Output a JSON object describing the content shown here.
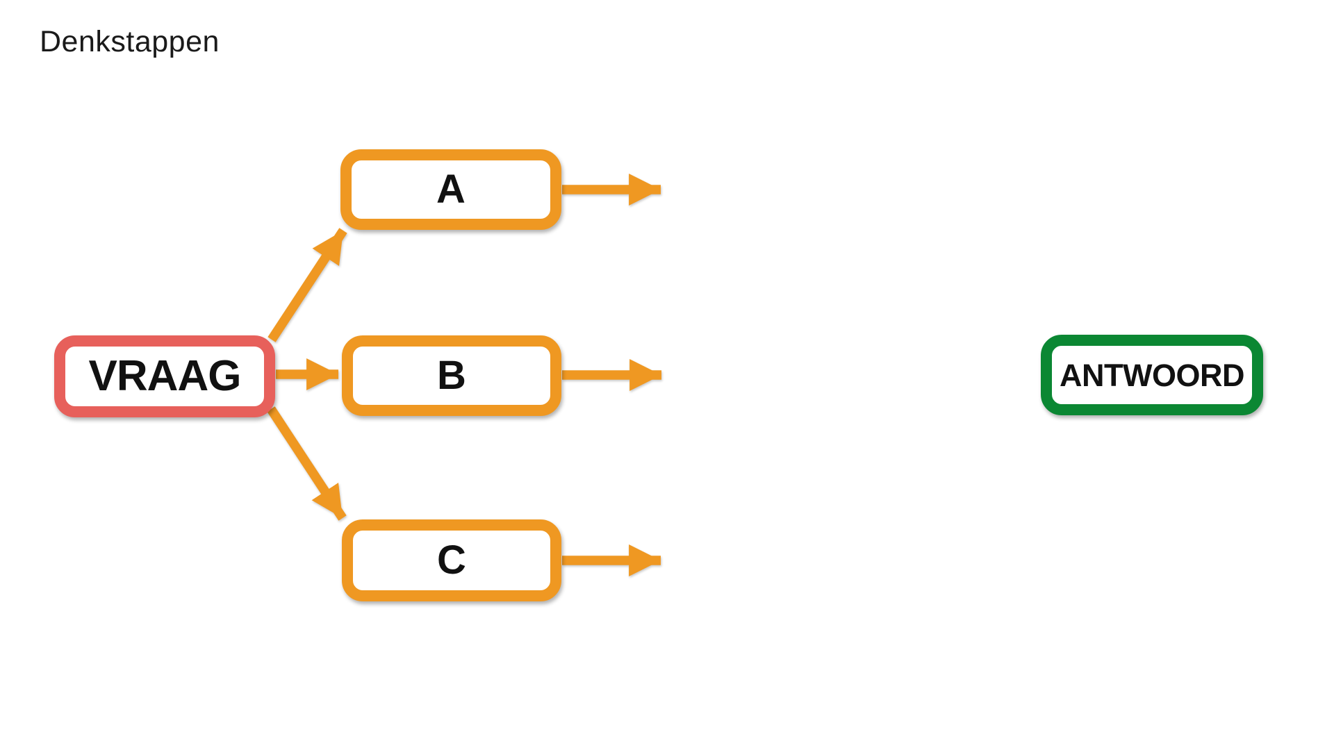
{
  "title": "Denkstappen",
  "colors": {
    "background": "#FFFFFF",
    "title_text": "#1A1A1A",
    "label_text": "#111111",
    "question_border": "#E7605B",
    "option_border": "#EF9822",
    "answer_border": "#0B8733",
    "arrow": "#EF9822"
  },
  "nodes": {
    "question": {
      "label": "VRAAG"
    },
    "option_a": {
      "label": "A"
    },
    "option_b": {
      "label": "B"
    },
    "option_c": {
      "label": "C"
    },
    "answer": {
      "label": "ANTWOORD"
    }
  }
}
